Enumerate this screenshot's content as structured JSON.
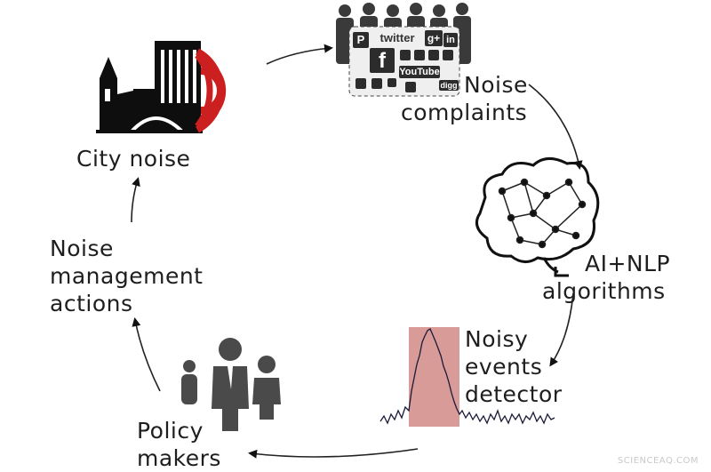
{
  "nodes": {
    "city_noise": {
      "label": "City noise"
    },
    "noise_complaints": {
      "lines": [
        "Noise",
        "complaints"
      ]
    },
    "ai_nlp": {
      "lines": [
        "AI+NLP",
        "algorithms"
      ]
    },
    "noisy_events": {
      "lines": [
        "Noisy",
        "events",
        "detector"
      ]
    },
    "policy_makers": {
      "lines": [
        "Policy",
        "makers"
      ]
    },
    "noise_management": {
      "lines": [
        "Noise",
        "management",
        "actions"
      ]
    }
  },
  "social_icons": {
    "twitter": "twitter",
    "facebook": "f",
    "youtube": "YouTube",
    "linkedin": "in",
    "pinterest": "P",
    "googleplus": "g+",
    "digg": "digg"
  },
  "watermark": "SCIENCEAQ.COM",
  "colors": {
    "ink": "#1e1e1e",
    "accent": "#cc1f1f",
    "highlight": "#d99b98"
  }
}
